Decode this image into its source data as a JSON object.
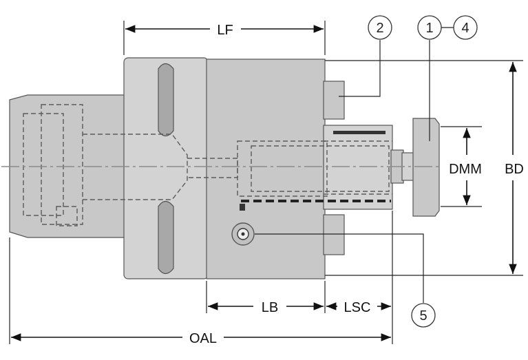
{
  "dimensions": {
    "lf": "LF",
    "lb": "LB",
    "lsc": "LSC",
    "oal": "OAL",
    "dmm": "DMM",
    "bd": "BD"
  },
  "callouts": [
    "1",
    "2",
    "4",
    "5"
  ],
  "colors": {
    "body": "#c8c8c8",
    "line": "#111111",
    "hidden": "#5a5a5a"
  }
}
